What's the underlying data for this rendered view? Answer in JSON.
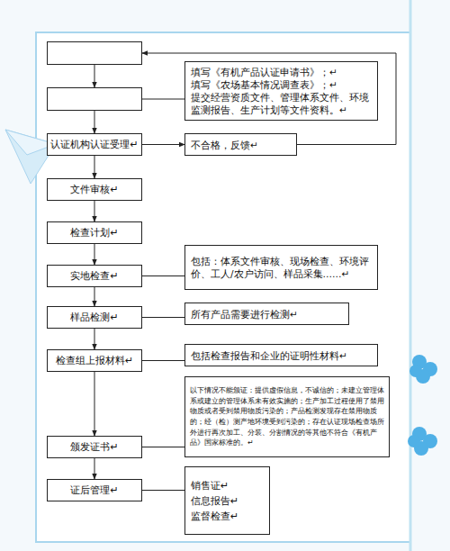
{
  "diagram": {
    "nodes": [
      {
        "text": []
      },
      {
        "text": []
      },
      {
        "text": [
          "填写《有机产品认证申请书》；↵",
          "填写《农场基本情况调查表》；↵",
          "提交经营资质文件、管理体系文件、环境监测报告、生产计划等文件资料。↵"
        ]
      },
      {
        "text": [
          "认证机构认证受理↵"
        ]
      },
      {
        "text": [
          "不合格，反馈↵"
        ]
      },
      {
        "text": [
          "文件审核↵"
        ]
      },
      {
        "text": [
          "检查计划↵"
        ]
      },
      {
        "text": [
          "实地检查↵"
        ]
      },
      {
        "text": [
          "包括：体系文件审核、现场检查、环境评价、工人/农户访问、样品采集……↵"
        ]
      },
      {
        "text": [
          "样品检测↵"
        ]
      },
      {
        "text": [
          "所有产品需要进行检测↵"
        ]
      },
      {
        "text": [
          "检查组上报材料↵"
        ]
      },
      {
        "text": [
          "包括检查报告和企业的证明性材料↵"
        ]
      },
      {
        "text": [
          "以下情况不能颁证：提供虚假信息，不诚信的；未建立管理体系或建立的管理体系未有效实施的；生产加工过程使用了禁用物质或者受到禁用物质污染的；产品检测发现存在禁用物质的；经（检）测产地环境受到污染的；存在认证现场检查场所外进行再次加工、分装、分割情况的等其他不符合《有机产品》国家标准的。↵"
        ]
      },
      {
        "text": [
          "颁发证书↵"
        ]
      },
      {
        "text": [
          "证后管理↵"
        ]
      },
      {
        "text": [
          "销售证↵",
          "信息报告↵",
          "监督检查↵"
        ]
      }
    ],
    "edges": [
      {
        "from": 0,
        "to": 1,
        "arrow": "to"
      },
      {
        "from": 1,
        "to": 2,
        "arrow": "none"
      },
      {
        "from": 1,
        "to": 3,
        "arrow": "to"
      },
      {
        "from": 3,
        "to": 4,
        "arrow": "to"
      },
      {
        "from": 4,
        "to": 0,
        "arrow": "to"
      },
      {
        "from": 3,
        "to": 5,
        "arrow": "to"
      },
      {
        "from": 5,
        "to": 6,
        "arrow": "to"
      },
      {
        "from": 6,
        "to": 7,
        "arrow": "to"
      },
      {
        "from": 7,
        "to": 8,
        "arrow": "none"
      },
      {
        "from": 7,
        "to": 9,
        "arrow": "to"
      },
      {
        "from": 9,
        "to": 10,
        "arrow": "none"
      },
      {
        "from": 9,
        "to": 11,
        "arrow": "to"
      },
      {
        "from": 11,
        "to": 12,
        "arrow": "none"
      },
      {
        "from": 11,
        "to": 14,
        "arrow": "to"
      },
      {
        "from": 14,
        "to": 13,
        "arrow": "none"
      },
      {
        "from": 14,
        "to": 15,
        "arrow": "to"
      },
      {
        "from": 15,
        "to": 16,
        "arrow": "none"
      }
    ]
  }
}
